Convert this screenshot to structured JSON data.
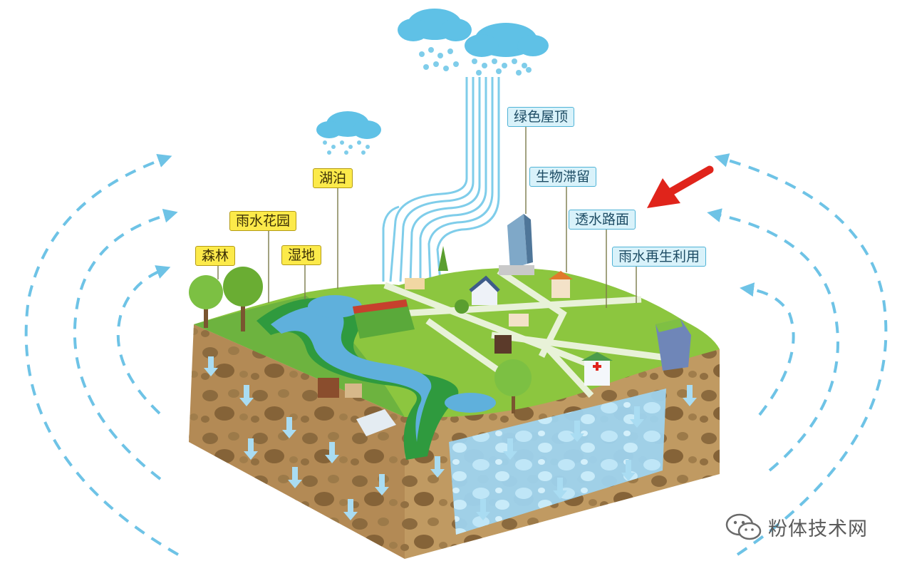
{
  "labels": {
    "forest": "森林",
    "rain_garden": "雨水花园",
    "wetland": "湿地",
    "lake": "湖泊",
    "green_roof": "绿色屋顶",
    "bioretention": "生物滞留",
    "permeable_pavement": "透水路面",
    "rainwater_reuse": "雨水再生利用"
  },
  "watermark": {
    "text": "粉体技术网",
    "icon": "wechat-icon"
  },
  "colors": {
    "label_yellow": "#fcea4a",
    "label_blue": "#d9f2fa",
    "rain": "#5fc1e6",
    "grass": "#8cc63f",
    "river": "#5fb0dc",
    "soil": "#b38a55",
    "groundwater": "#9ed3ee",
    "arrow_red": "#e0241b",
    "cycle_arrows": "#6ec3e6"
  },
  "icons": [
    "cloud-icon",
    "raindrop-icon",
    "tree-icon",
    "building-icon",
    "tower-icon",
    "church-icon",
    "hospital-icon",
    "stadium-icon",
    "greenhouse-icon",
    "down-arrow-icon",
    "red-pointer-arrow-icon"
  ]
}
